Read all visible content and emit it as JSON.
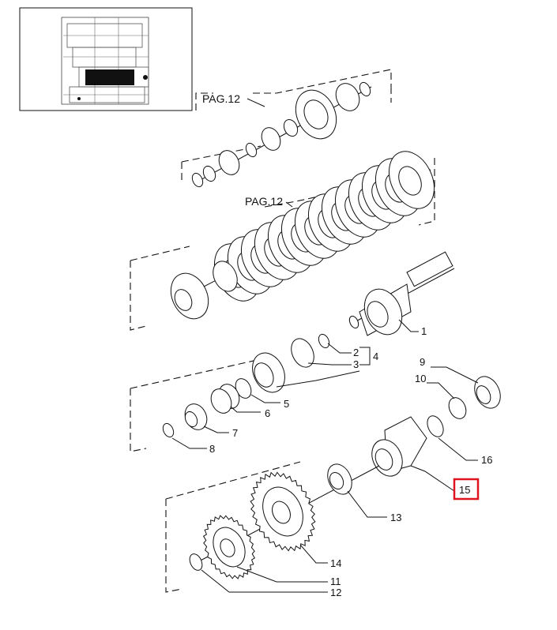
{
  "page_refs": [
    "PAG.12",
    "PAG.12"
  ],
  "highlighted_callout": "15",
  "highlight_color": "#e0141e",
  "callouts": [
    {
      "id": "1",
      "label": "1"
    },
    {
      "id": "2",
      "label": "2"
    },
    {
      "id": "3",
      "label": "3"
    },
    {
      "id": "4",
      "label": "4"
    },
    {
      "id": "5",
      "label": "5"
    },
    {
      "id": "6",
      "label": "6"
    },
    {
      "id": "7",
      "label": "7"
    },
    {
      "id": "8",
      "label": "8"
    },
    {
      "id": "9",
      "label": "9"
    },
    {
      "id": "10",
      "label": "10"
    },
    {
      "id": "11",
      "label": "11"
    },
    {
      "id": "12",
      "label": "12"
    },
    {
      "id": "13",
      "label": "13"
    },
    {
      "id": "14",
      "label": "14"
    },
    {
      "id": "15",
      "label": "15"
    },
    {
      "id": "16",
      "label": "16"
    }
  ]
}
